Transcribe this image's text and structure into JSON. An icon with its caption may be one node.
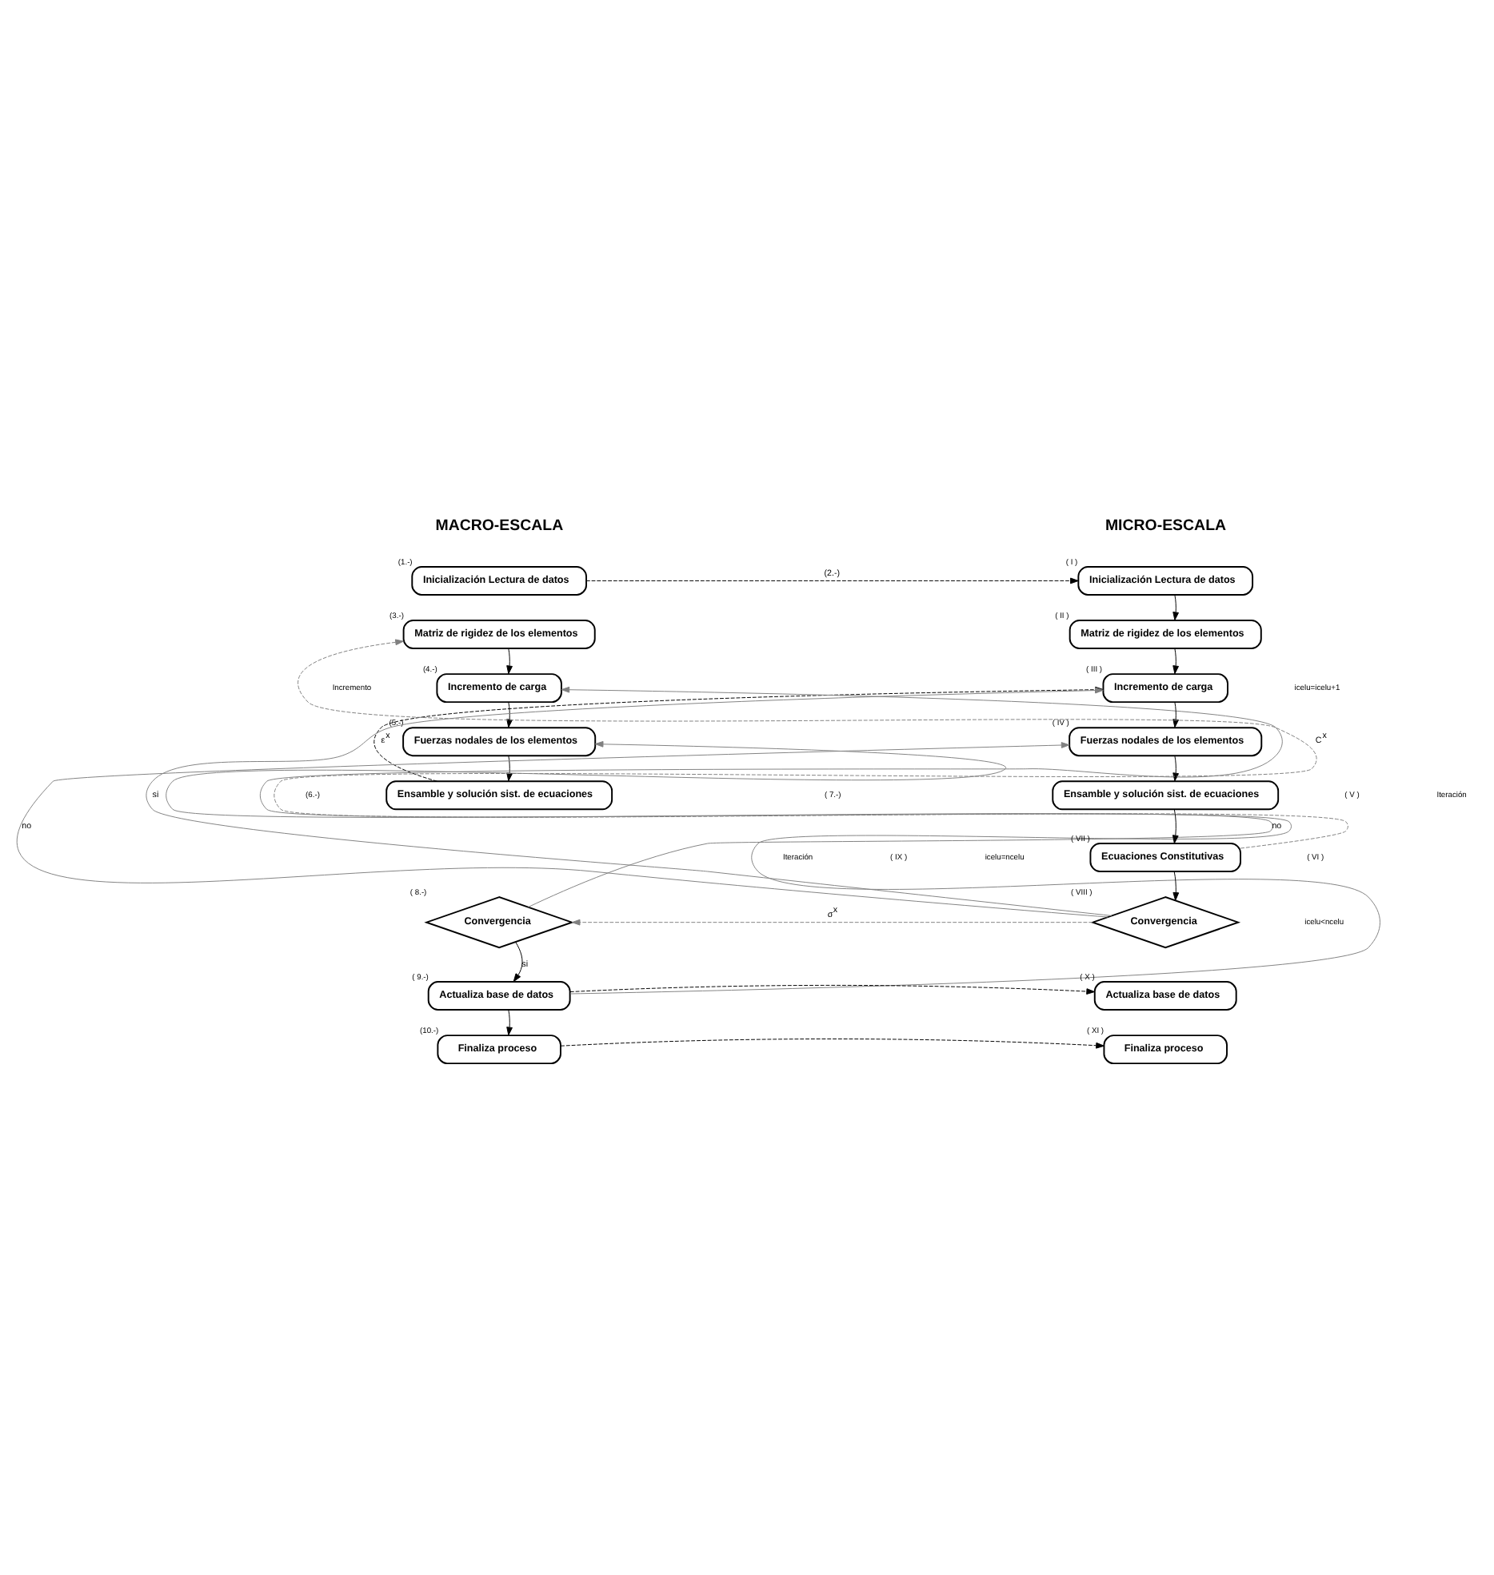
{
  "diagram": {
    "nodes": [
      {
        "text": [
          "Inicialización Lectura de datos"
        ],
        "beside": [
          "(1.-)"
        ]
      },
      {
        "text": [
          "Matriz de rigidez de los elementos"
        ],
        "beside": [
          "(3.-)"
        ]
      },
      {
        "text": [
          "Incremento de carga"
        ],
        "beside": [
          "(4.-)"
        ]
      },
      {
        "text": [
          "Fuerzas nodales de los elementos"
        ],
        "beside": [
          "(5.-)"
        ]
      },
      {
        "text": [
          "Ensamble y solución sist. de ecuaciones"
        ]
      },
      {
        "text": [
          "Convergencia"
        ],
        "beside": [
          "( 8.-)"
        ]
      },
      {
        "text": [
          "Actualiza base de datos"
        ],
        "beside": [
          "( 9.-)"
        ]
      },
      {
        "text": [
          "Finaliza proceso"
        ],
        "beside": [
          "(10.-)"
        ]
      },
      {
        "text": [
          "Inicialización Lectura de datos"
        ],
        "beside": [
          "( I )"
        ]
      },
      {
        "text": [
          "Matriz de rigidez de los elementos"
        ],
        "beside": [
          "( II )"
        ]
      },
      {
        "text": [
          "Incremento de carga"
        ],
        "beside": [
          "( III )"
        ]
      },
      {
        "text": [
          "Fuerzas nodales de los elementos"
        ],
        "beside": [
          "( IV )"
        ]
      },
      {
        "text": [
          "Ensamble y solución sist. de ecuaciones"
        ]
      },
      {
        "text": [
          "Ecuaciones Constitutivas"
        ],
        "beside": [
          "( VII )"
        ]
      },
      {
        "text": [
          "Convergencia"
        ],
        "beside": [
          "( VIII )"
        ]
      },
      {
        "text": [
          "Actualiza base de datos"
        ],
        "beside": [
          "( X )"
        ]
      },
      {
        "text": [
          "Finaliza proceso"
        ],
        "beside": [
          "( XI )"
        ]
      }
    ],
    "edges": [
      {
        "from": 0,
        "to": 8,
        "arrow": "to",
        "label": "(2.-)",
        "style": "dashed"
      },
      {
        "from": 1,
        "to": 2,
        "arrow": "to"
      },
      {
        "from": 2,
        "to": 3,
        "arrow": "to"
      },
      {
        "from": 3,
        "to": 4,
        "arrow": "to"
      },
      {
        "from": 4,
        "to": 10,
        "arrow": "to",
        "label": "ε$^{x}$",
        "style": "dashed"
      },
      {
        "from": 5,
        "to": 3,
        "arrow": "to",
        "label": "no",
        "color": "#808080"
      },
      {
        "from": 5,
        "to": 6,
        "arrow": "to",
        "label": "si"
      },
      {
        "from": 6,
        "to": 2,
        "arrow": "to",
        "color": "#808080"
      },
      {
        "from": 6,
        "to": 7,
        "arrow": "to"
      },
      {
        "from": 6,
        "to": 15,
        "arrow": "to",
        "style": "dashed"
      },
      {
        "from": 7,
        "to": 16,
        "arrow": "to",
        "style": "dashed"
      },
      {
        "from": 8,
        "to": 9,
        "arrow": "to"
      },
      {
        "from": 9,
        "to": 10,
        "arrow": "to"
      },
      {
        "from": 10,
        "to": 11,
        "arrow": "to"
      },
      {
        "from": 11,
        "to": 12,
        "arrow": "to"
      },
      {
        "from": 12,
        "to": 13,
        "arrow": "to"
      },
      {
        "from": 13,
        "to": 1,
        "arrow": "to",
        "label": "C$^{x}$",
        "style": "dashed",
        "color": "#808080"
      },
      {
        "from": 13,
        "to": 14,
        "arrow": "to"
      },
      {
        "from": 14,
        "to": 5,
        "arrow": "to",
        "label": "σ$^{x}$",
        "style": "dashed",
        "color": "#808080"
      },
      {
        "from": 14,
        "to": 11,
        "arrow": "to",
        "label": "no",
        "color": "#808080"
      },
      {
        "from": 14,
        "to": 10,
        "arrow": "to",
        "label": "si",
        "color": "#808080"
      }
    ],
    "labels": [
      "MACRO-ESCALA",
      "MICRO-ESCALA",
      "Incremento",
      "icelu=icelu+1",
      "(6.-)",
      "( 7.-)",
      "( V )",
      "Iteración",
      "Iteración",
      "( IX )",
      "icelu=ncelu",
      "( VI )",
      "icelu<ncelu"
    ]
  }
}
